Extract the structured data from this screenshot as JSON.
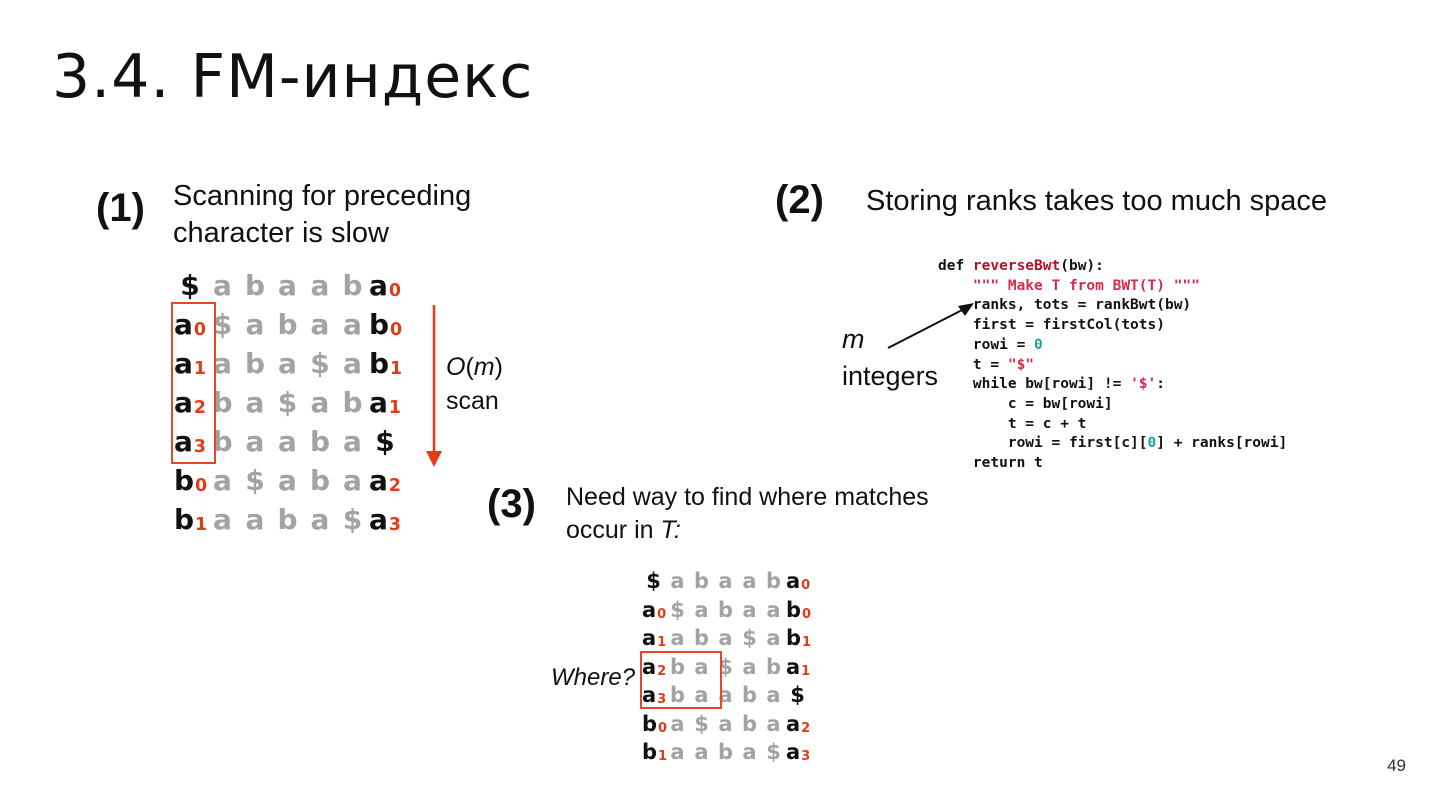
{
  "title": "3.4. FM-индекс",
  "page_number": "49",
  "section1": {
    "number": "(1)",
    "caption_line1": "Scanning for preceding",
    "caption_line2": "character is slow",
    "scan_label_o": "O",
    "scan_label_paren_open": "(",
    "scan_label_m": "m",
    "scan_label_paren_close": ")",
    "scan_label_line2": "scan"
  },
  "section2": {
    "number": "(2)",
    "caption": "Storing ranks takes too much space",
    "annotation_m": "m",
    "annotation_integers": "integers",
    "code_lines": [
      [
        {
          "t": "def ",
          "c": "kw"
        },
        {
          "t": "reverseBwt",
          "c": "fn"
        },
        {
          "t": "(bw):",
          "c": "kw"
        }
      ],
      [
        {
          "t": "    ",
          "c": "kw"
        },
        {
          "t": "\"\"\" Make T from BWT(T) \"\"\"",
          "c": "str"
        }
      ],
      [
        {
          "t": "    ranks, tots = rankBwt(bw)",
          "c": "kw"
        }
      ],
      [
        {
          "t": "    first = firstCol(tots)",
          "c": "kw"
        }
      ],
      [
        {
          "t": "    rowi = ",
          "c": "kw"
        },
        {
          "t": "0",
          "c": "numc"
        }
      ],
      [
        {
          "t": "    t = ",
          "c": "kw"
        },
        {
          "t": "\"$\"",
          "c": "str"
        }
      ],
      [
        {
          "t": "    while bw[rowi] != ",
          "c": "kw"
        },
        {
          "t": "'$'",
          "c": "str"
        },
        {
          "t": ":",
          "c": "kw"
        }
      ],
      [
        {
          "t": "        c = bw[rowi]",
          "c": "kw"
        }
      ],
      [
        {
          "t": "        t = c + t",
          "c": "kw"
        }
      ],
      [
        {
          "t": "        rowi = first[c][",
          "c": "kw"
        },
        {
          "t": "0",
          "c": "numc"
        },
        {
          "t": "] + ranks[rowi]",
          "c": "kw"
        }
      ],
      [
        {
          "t": "    return t",
          "c": "kw"
        }
      ]
    ]
  },
  "section3": {
    "number": "(3)",
    "caption_line1": "Need way to find where matches",
    "caption_line2_prefix": "occur in ",
    "caption_line2_T": "T:",
    "where_label": "Where?"
  },
  "matrix": {
    "rows": [
      {
        "first": "$",
        "first_rank": "",
        "middle": [
          "a",
          "b",
          "a",
          "a",
          "b"
        ],
        "last": "a",
        "last_rank": "0"
      },
      {
        "first": "a",
        "first_rank": "0",
        "middle": [
          "$",
          "a",
          "b",
          "a",
          "a"
        ],
        "last": "b",
        "last_rank": "0"
      },
      {
        "first": "a",
        "first_rank": "1",
        "middle": [
          "a",
          "b",
          "a",
          "$",
          "a"
        ],
        "last": "b",
        "last_rank": "1"
      },
      {
        "first": "a",
        "first_rank": "2",
        "middle": [
          "b",
          "a",
          "$",
          "a",
          "b"
        ],
        "last": "a",
        "last_rank": "1"
      },
      {
        "first": "a",
        "first_rank": "3",
        "middle": [
          "b",
          "a",
          "a",
          "b",
          "a"
        ],
        "last": "$",
        "last_rank": ""
      },
      {
        "first": "b",
        "first_rank": "0",
        "middle": [
          "a",
          "$",
          "a",
          "b",
          "a"
        ],
        "last": "a",
        "last_rank": "2"
      },
      {
        "first": "b",
        "first_rank": "1",
        "middle": [
          "a",
          "a",
          "b",
          "a",
          "$"
        ],
        "last": "a",
        "last_rank": "3"
      }
    ]
  },
  "colors": {
    "rank": "#e23b17",
    "grey_text": "#a3a3a3",
    "highlight_box": "#e04a2a",
    "arrow": "#e8391a"
  }
}
